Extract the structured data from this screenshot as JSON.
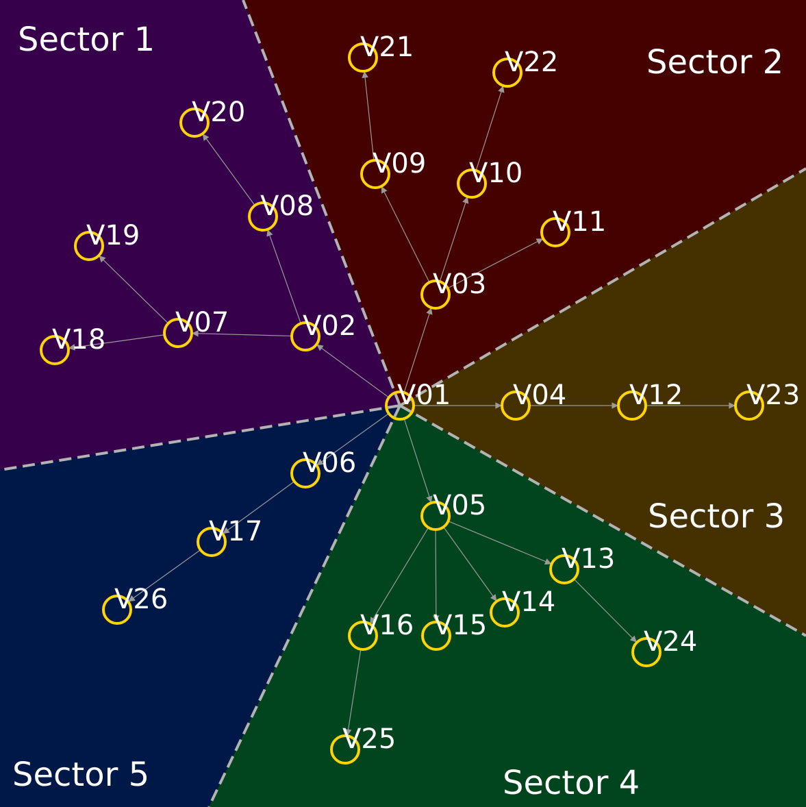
{
  "colors": {
    "sector1": "#36004a",
    "sector2": "#450000",
    "sector3": "#453000",
    "sector4": "#00451d",
    "sector5": "#001847",
    "node_stroke": "#ffd400",
    "edge": "#9a9a9a",
    "divider": "#b3b3b3",
    "text": "#ffffff"
  },
  "sectors": [
    {
      "id": "s1",
      "label": "Sector 1"
    },
    {
      "id": "s2",
      "label": "Sector 2"
    },
    {
      "id": "s3",
      "label": "Sector 3"
    },
    {
      "id": "s4",
      "label": "Sector 4"
    },
    {
      "id": "s5",
      "label": "Sector 5"
    }
  ],
  "nodes": [
    {
      "id": "V01",
      "label": "V01"
    },
    {
      "id": "V02",
      "label": "V02"
    },
    {
      "id": "V03",
      "label": "V03"
    },
    {
      "id": "V04",
      "label": "V04"
    },
    {
      "id": "V05",
      "label": "V05"
    },
    {
      "id": "V06",
      "label": "V06"
    },
    {
      "id": "V07",
      "label": "V07"
    },
    {
      "id": "V08",
      "label": "V08"
    },
    {
      "id": "V09",
      "label": "V09"
    },
    {
      "id": "V10",
      "label": "V10"
    },
    {
      "id": "V11",
      "label": "V11"
    },
    {
      "id": "V12",
      "label": "V12"
    },
    {
      "id": "V13",
      "label": "V13"
    },
    {
      "id": "V14",
      "label": "V14"
    },
    {
      "id": "V15",
      "label": "V15"
    },
    {
      "id": "V16",
      "label": "V16"
    },
    {
      "id": "V17",
      "label": "V17"
    },
    {
      "id": "V18",
      "label": "V18"
    },
    {
      "id": "V19",
      "label": "V19"
    },
    {
      "id": "V20",
      "label": "V20"
    },
    {
      "id": "V21",
      "label": "V21"
    },
    {
      "id": "V22",
      "label": "V22"
    },
    {
      "id": "V23",
      "label": "V23"
    },
    {
      "id": "V24",
      "label": "V24"
    },
    {
      "id": "V25",
      "label": "V25"
    },
    {
      "id": "V26",
      "label": "V26"
    }
  ],
  "edges": [
    [
      "V01",
      "V02"
    ],
    [
      "V01",
      "V03"
    ],
    [
      "V01",
      "V04"
    ],
    [
      "V01",
      "V05"
    ],
    [
      "V01",
      "V06"
    ],
    [
      "V02",
      "V07"
    ],
    [
      "V02",
      "V08"
    ],
    [
      "V03",
      "V09"
    ],
    [
      "V03",
      "V10"
    ],
    [
      "V03",
      "V11"
    ],
    [
      "V04",
      "V12"
    ],
    [
      "V05",
      "V13"
    ],
    [
      "V05",
      "V14"
    ],
    [
      "V05",
      "V15"
    ],
    [
      "V05",
      "V16"
    ],
    [
      "V06",
      "V17"
    ],
    [
      "V07",
      "V18"
    ],
    [
      "V07",
      "V19"
    ],
    [
      "V08",
      "V20"
    ],
    [
      "V09",
      "V21"
    ],
    [
      "V10",
      "V22"
    ],
    [
      "V12",
      "V23"
    ],
    [
      "V13",
      "V24"
    ],
    [
      "V16",
      "V25"
    ],
    [
      "V17",
      "V26"
    ]
  ]
}
